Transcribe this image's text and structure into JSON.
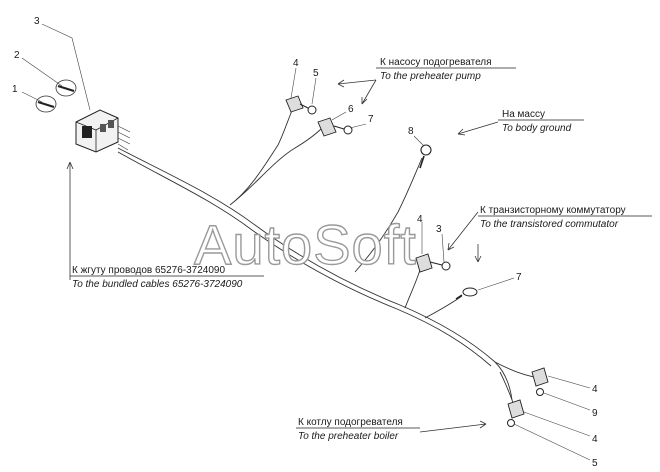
{
  "watermark": "AutoSoft",
  "callouts": {
    "n1": "1",
    "n2": "2",
    "n3": "3",
    "n4_top": "4",
    "n5_top": "5",
    "n6": "6",
    "n7_top": "7",
    "n8": "8",
    "n4_mid": "4",
    "n3_mid": "3",
    "n7_mid": "7",
    "n4_low": "4",
    "n9": "9",
    "n4_bottom": "4",
    "n5_bottom": "5"
  },
  "labels": {
    "pump_ru": "К насосу подогревателя",
    "pump_en": "To the preheater pump",
    "ground_ru": "На массу",
    "ground_en": "To body ground",
    "commutator_ru": "К транзисторному коммутатору",
    "commutator_en": "To the transistored commutator",
    "bundle_ru": "К жгуту проводов 65276-3724090",
    "bundle_en": "To the bundled cables 65276-3724090",
    "boiler_ru": "К котлу подогревателя",
    "boiler_en": "To the preheater boiler"
  }
}
